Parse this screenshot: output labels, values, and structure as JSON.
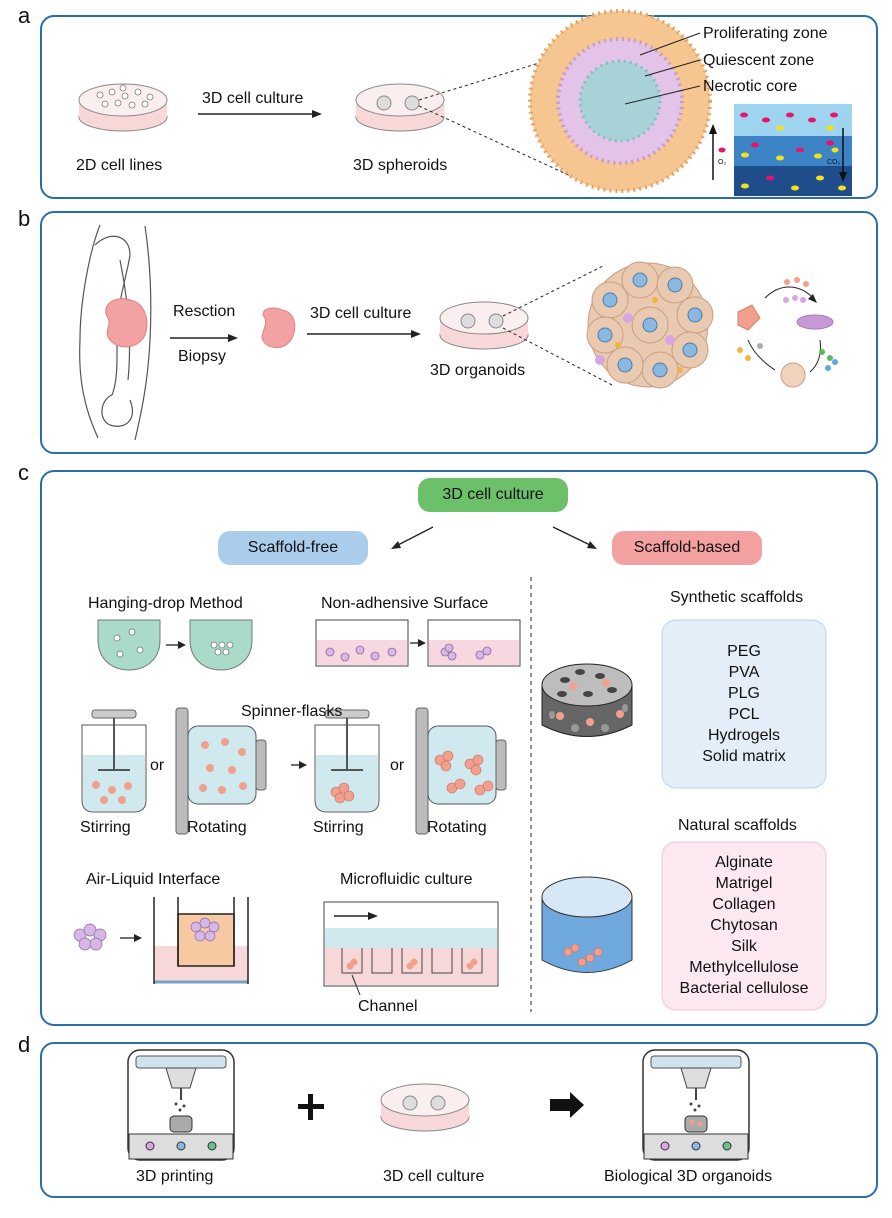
{
  "panels": {
    "a": {
      "label": "a",
      "dish_2d": "2D cell lines",
      "arrow_label": "3D cell culture",
      "dish_3d": "3D spheroids",
      "zones": [
        "Proliferating zone",
        "Quiescent zone",
        "Necrotic core"
      ],
      "gradient_left": "O₂",
      "gradient_right": "CO₂"
    },
    "b": {
      "label": "b",
      "resection": "Resction",
      "biopsy": "Biopsy",
      "arrow_label": "3D cell culture",
      "dish": "3D organoids"
    },
    "c": {
      "label": "c",
      "root": "3D cell culture",
      "scaffold_free": "Scaffold-free",
      "scaffold_based": "Scaffold-based",
      "hanging_drop": "Hanging-drop Method",
      "non_adhesive": "Non-adhensive Surface",
      "spinner_flasks": "Spinner-flasks",
      "or": "or",
      "stirring": "Stirring",
      "rotating": "Rotating",
      "air_liquid": "Air-Liquid Interface",
      "microfluidic": "Microfluidic culture",
      "channel": "Channel",
      "synthetic_title": "Synthetic scaffolds",
      "synthetic_items": [
        "PEG",
        "PVA",
        "PLG",
        "PCL",
        "Hydrogels",
        "Solid matrix"
      ],
      "natural_title": "Natural scaffolds",
      "natural_items": [
        "Alginate",
        "Matrigel",
        "Collagen",
        "Chytosan",
        "Silk",
        "Methylcellulose",
        "Bacterial cellulose"
      ]
    },
    "d": {
      "label": "d",
      "printing": "3D printing",
      "plus": "+",
      "culture": "3D cell culture",
      "result": "Biological 3D organoids"
    }
  },
  "colors": {
    "border": "#2a6ea8",
    "green_pill": "#5cb85c",
    "blue_pill": "#a9cdea",
    "red_pill": "#f2a0a0",
    "synthetic_box": "#e3eef8",
    "natural_box": "#fbe8f0",
    "medium_blue": "#cfe9ee",
    "pink_cell": "#f2a08e",
    "purple_cell": "#c69ad6"
  }
}
